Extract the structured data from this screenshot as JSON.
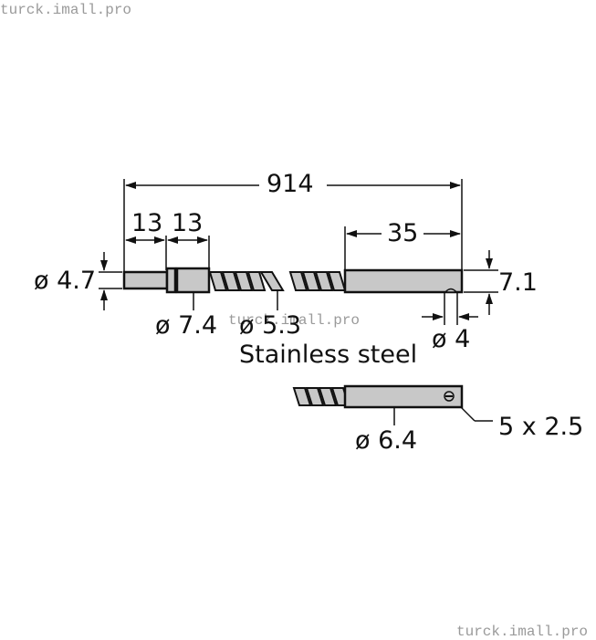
{
  "watermarks": {
    "top_left": "turck.imall.pro",
    "middle": "turck.imall.pro",
    "bottom_right": "turck.imall.pro"
  },
  "dimensions": {
    "overall_length": "914",
    "segment_1": "13",
    "segment_2": "13",
    "tip_length": "35",
    "dia_end": "ø 4.7",
    "dia_collar": "ø 7.4",
    "dia_sheath": "ø 5.3",
    "tip_height": "7.1",
    "dia_hole": "ø 4",
    "dia_alt_tip": "ø 6.4",
    "slot": "5 x 2.5"
  },
  "notes": {
    "material": "Stainless steel"
  },
  "colors": {
    "part_fill": "#c8c8c8",
    "line": "#111111"
  }
}
